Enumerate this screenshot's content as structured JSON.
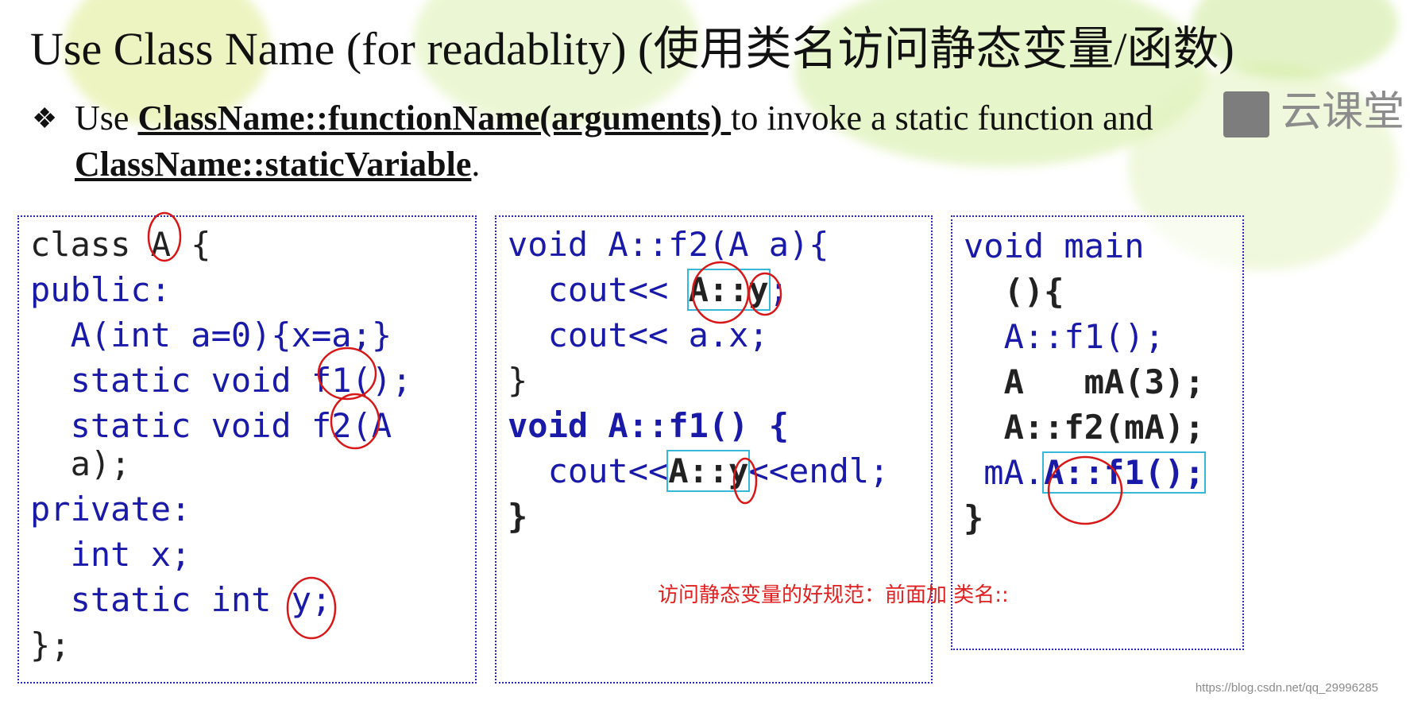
{
  "title": "Use Class Name (for readablity) (使用类名访问静态变量/函数)",
  "bullet": {
    "text_pre": "Use ",
    "text_func": "ClassName::functionName(arguments) ",
    "text_mid": "to invoke a static function and",
    "text_var": "ClassName::staticVariable",
    "text_end": "."
  },
  "watermark_text": "云课堂",
  "panel1": {
    "l1a": "class A {",
    "l2": "public:",
    "l3": "  A(int a=0){x=a;}",
    "l4": "  static void f1();",
    "l5": "  static void f2(A",
    "l6": "  a);",
    "l7": "private:",
    "l8": "  int x;",
    "l9": "  static int y;",
    "l10": "};"
  },
  "panel2": {
    "l1": "void A::f2(A a){",
    "l2a": "  cout<< ",
    "l2b": "A::y",
    "l2c": ";",
    "l3": "  cout<< a.x;",
    "l4": "}",
    "l5": "void A::f1() {",
    "l6a": "  cout<<",
    "l6b": "A::y",
    "l6c": "<<endl;",
    "l7": "}"
  },
  "panel3": {
    "l1": "void main",
    "l2": "  (){",
    "l3": "  A::f1();",
    "l4": "  A   mA(3);",
    "l5": "  A::f2(mA);",
    "l6a": " mA.",
    "l6b": "A::f1();",
    "l7": "}"
  },
  "note": "访问静态变量的好规范：前面加    类名::",
  "credit": "https://blog.csdn.net/qq_29996285",
  "colors": {
    "keyword": "#1a1aa8",
    "annotation": "#e02020",
    "highlight_box": "#38b8d8",
    "panel_border": "#2b2bb8"
  }
}
